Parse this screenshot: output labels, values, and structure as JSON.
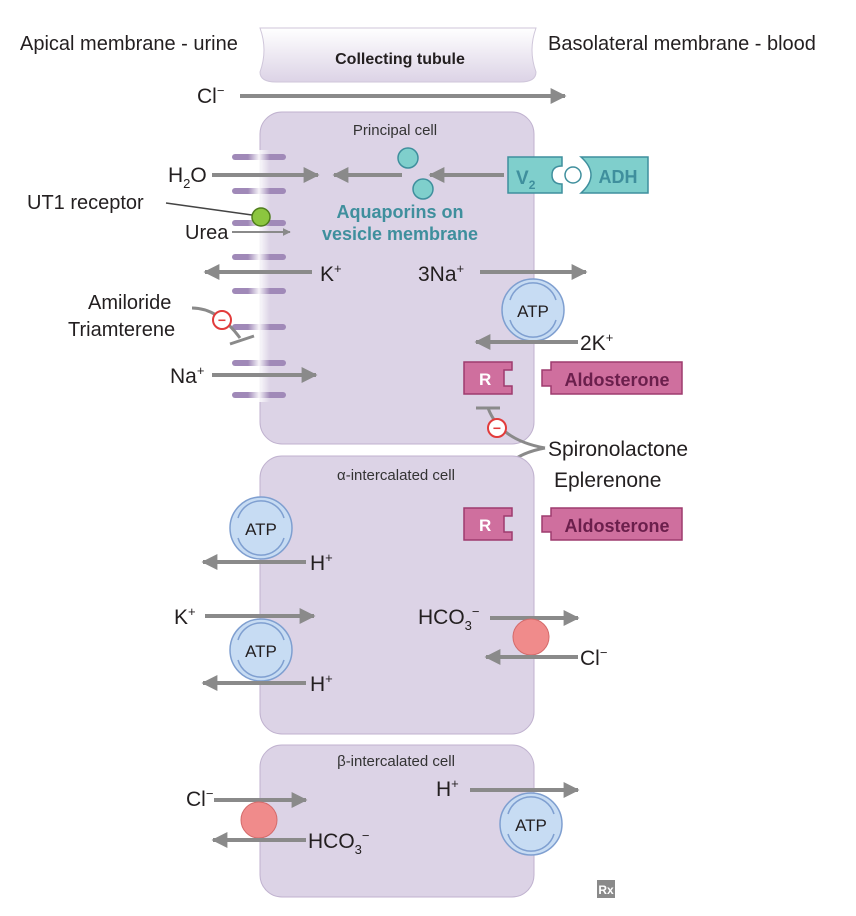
{
  "header": {
    "apical": "Apical membrane - urine",
    "basolateral": "Basolateral membrane - blood",
    "tubule": "Collecting tubule"
  },
  "ions": {
    "cl": "Cl",
    "cl_sup": "−",
    "h": "H",
    "h_sup": "+",
    "k": "K",
    "k_sup": "+",
    "na": "Na",
    "na_sup": "+",
    "three_na": "3Na",
    "two_k": "2K",
    "hco": "HCO",
    "sub3": "3",
    "h2": "H",
    "sub2": "2",
    "o": "O",
    "urea": "Urea"
  },
  "principal": {
    "title": "Principal cell",
    "ut1": "UT1 receptor",
    "aquaporins": [
      "Aquaporins on",
      "vesicle membrane"
    ],
    "v": "V",
    "v_sub": "2",
    "adh": "ADH",
    "atp": "ATP",
    "r": "R",
    "aldosterone": "Aldosterone",
    "drugs": [
      "Amiloride",
      "Triamterene"
    ],
    "minus": "−"
  },
  "alpha": {
    "title": "α-intercalated cell",
    "atp": "ATP",
    "r": "R",
    "aldosterone": "Aldosterone"
  },
  "spironolactone": [
    "Spironolactone",
    "Eplerenone"
  ],
  "beta": {
    "title": "β-intercalated cell",
    "atp": "ATP"
  },
  "logo": "Rx",
  "colors": {
    "cell_fill": "#dcd3e6",
    "cell_stroke": "#b9a9c9",
    "arrow": "#8a8a8a",
    "teal": "#3f8f9d",
    "teal_fill": "#7fcfcc",
    "atp_fill": "#c7dcf3",
    "atp_stroke": "#7f9fd0",
    "aldosterone": "#cf6f9e",
    "aldosterone_text": "#6b1f4c",
    "exchanger": "#f08b8b",
    "inhibitor": "#e23b3b",
    "urea_channel": "#8cc63f",
    "membrane_channel": "#a089b8"
  }
}
